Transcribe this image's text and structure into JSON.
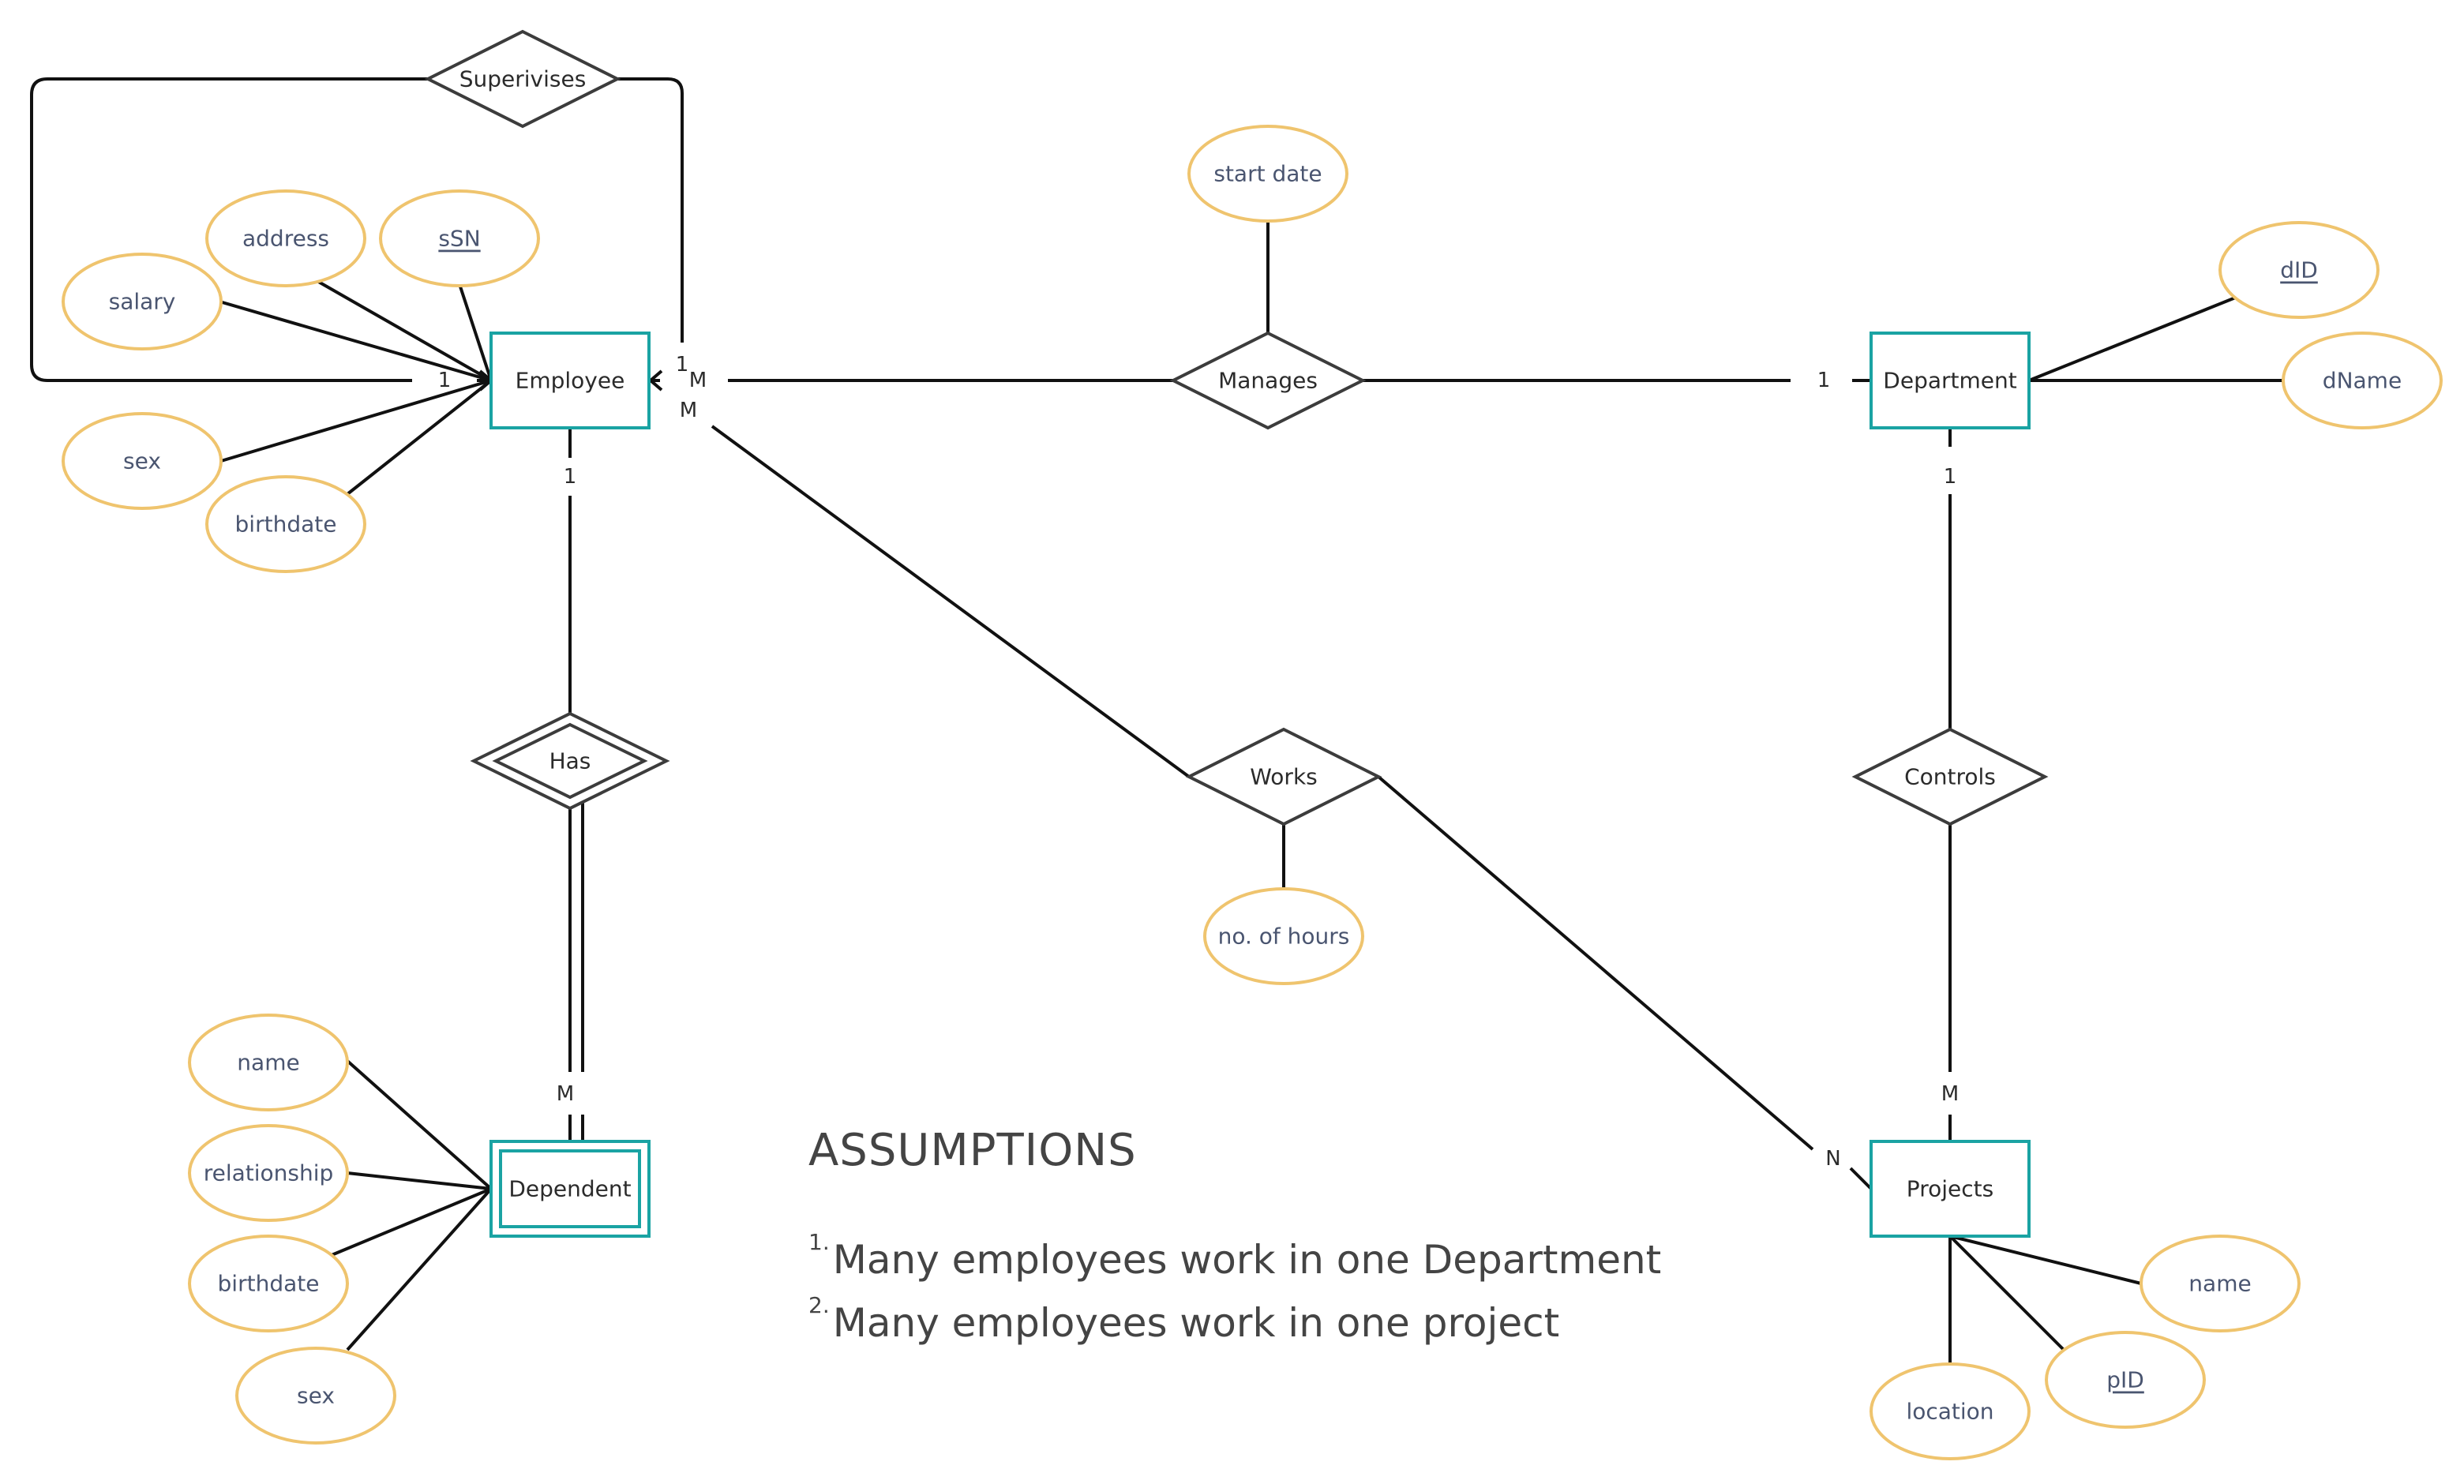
{
  "entities": [
    {
      "key": "employee",
      "label": "Employee"
    },
    {
      "key": "department",
      "label": "Department"
    },
    {
      "key": "dependent",
      "label": "Dependent"
    },
    {
      "key": "projects",
      "label": "Projects"
    }
  ],
  "relationships": [
    {
      "key": "superivises",
      "label": "Superivises"
    },
    {
      "key": "manages",
      "label": "Manages"
    },
    {
      "key": "works",
      "label": "Works"
    },
    {
      "key": "controls",
      "label": "Controls"
    },
    {
      "key": "has",
      "label": "Has"
    }
  ],
  "attributes": [
    {
      "key": "emp-salary",
      "label": "salary",
      "underline": false
    },
    {
      "key": "emp-address",
      "label": "address",
      "underline": false
    },
    {
      "key": "emp-ssn",
      "label": "sSN",
      "underline": true
    },
    {
      "key": "emp-sex",
      "label": "sex",
      "underline": false
    },
    {
      "key": "emp-birthdate",
      "label": "birthdate",
      "underline": false
    },
    {
      "key": "manages-start-date",
      "label": "start date",
      "underline": false
    },
    {
      "key": "dept-did",
      "label": "dID",
      "underline": true
    },
    {
      "key": "dept-dname",
      "label": "dName",
      "underline": false
    },
    {
      "key": "works-hours",
      "label": "no. of hours",
      "underline": false
    },
    {
      "key": "dep-name",
      "label": "name",
      "underline": false
    },
    {
      "key": "dep-relationship",
      "label": "relationship",
      "underline": false
    },
    {
      "key": "dep-birthdate",
      "label": "birthdate",
      "underline": false
    },
    {
      "key": "dep-sex",
      "label": "sex",
      "underline": false
    },
    {
      "key": "proj-name",
      "label": "name",
      "underline": false
    },
    {
      "key": "proj-pid",
      "label": "pID",
      "underline": true
    },
    {
      "key": "proj-location",
      "label": "location",
      "underline": false
    }
  ],
  "cardinalities": [
    {
      "key": "superivises-start",
      "label": "1"
    },
    {
      "key": "superivises-end",
      "label": "1"
    },
    {
      "key": "manages-employee",
      "label": "M"
    },
    {
      "key": "works-employee",
      "label": "M"
    },
    {
      "key": "manages-department",
      "label": "1"
    },
    {
      "key": "has-employee",
      "label": "1"
    },
    {
      "key": "has-dependent",
      "label": "M"
    },
    {
      "key": "controls-department",
      "label": "1"
    },
    {
      "key": "controls-projects",
      "label": "M"
    },
    {
      "key": "works-projects",
      "label": "N"
    }
  ],
  "assumptions": {
    "title": "ASSUMPTIONS",
    "items": [
      {
        "num": "1.",
        "text": "Many employees work in one Department"
      },
      {
        "num": "2.",
        "text": "Many employees work in one project"
      }
    ]
  }
}
